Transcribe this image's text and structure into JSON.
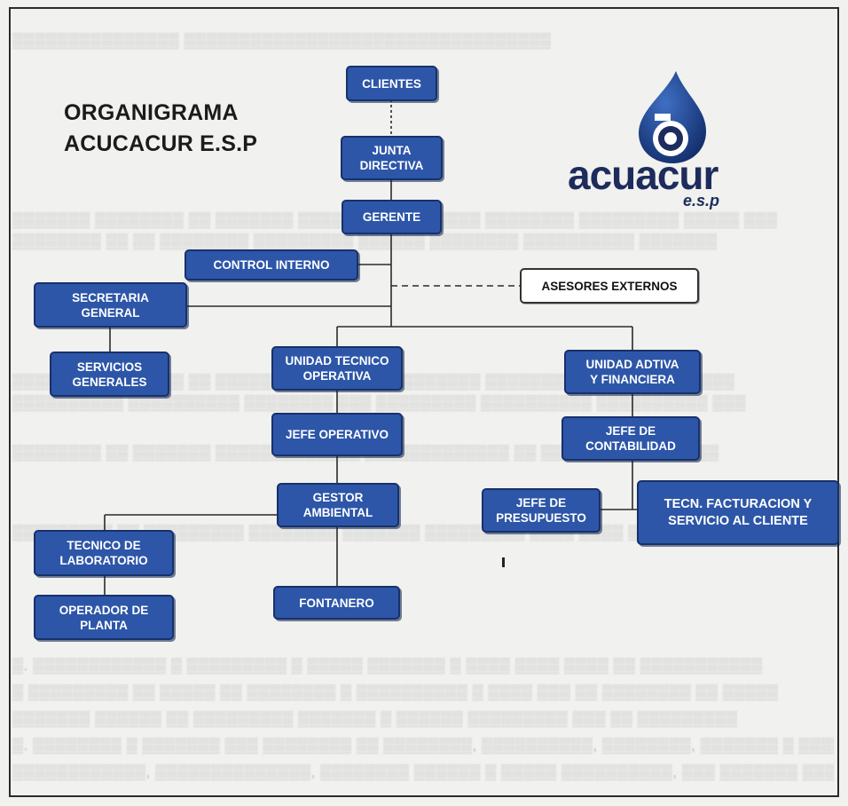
{
  "title": {
    "line1": "ORGANIGRAMA",
    "line2": "ACUCACUR E.S.P"
  },
  "logo": {
    "name": "acuacur",
    "suffix": "e.s.p",
    "icon": "water-drop-logo",
    "color": "#1d2c5c"
  },
  "colors": {
    "box_fill": "#2d56a8",
    "box_border": "#17316b",
    "box_text": "#ffffff"
  },
  "nodes": {
    "clientes": "CLIENTES",
    "junta": "JUNTA\nDIRECTIVA",
    "gerente": "GERENTE",
    "control": "CONTROL INTERNO",
    "asesores": "ASESORES EXTERNOS",
    "secretaria": "SECRETARIA\nGENERAL",
    "servicios": "SERVICIOS\nGENERALES",
    "tecnico_op": "UNIDAD TECNICO\nOPERATIVA",
    "jefe_op": "JEFE OPERATIVO",
    "gestor": "GESTOR\nAMBIENTAL",
    "tec_lab": "TECNICO DE\nLABORATORIO",
    "operador": "OPERADOR DE\nPLANTA",
    "fontanero": "FONTANERO",
    "unidad_adtiva": "UNIDAD ADTIVA\nY FINANCIERA",
    "jefe_cont": "JEFE DE\nCONTABILIDAD",
    "jefe_pres": "JEFE DE\nPRESUPUESTO",
    "tecn_fact": "TECN. FACTURACION Y\nSERVICIO AL CLIENTE"
  }
}
